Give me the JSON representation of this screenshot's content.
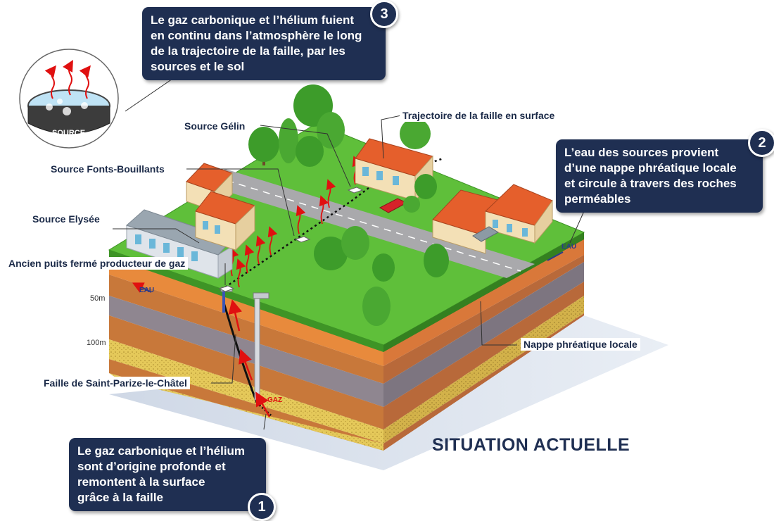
{
  "title": "SITUATION ACTUELLE",
  "source_inset_label": "SOURCE",
  "labels": {
    "source_gelin": "Source Gélin",
    "source_fonts_bouillants": "Source Fonts-Bouillants",
    "source_elysee": "Source Elysée",
    "ancien_puits": "Ancien puits fermé producteur de gaz",
    "trajectoire_faille": "Trajectoire de la faille en surface",
    "nappe_phreatique": "Nappe phréatique locale",
    "faille": "Faille de Saint-Parize-le-Châtel"
  },
  "depths": {
    "d50": "50m",
    "d100": "100m"
  },
  "markers": {
    "eau": "EAU",
    "gaz": "GAZ"
  },
  "callouts": [
    {
      "number": "1",
      "text": [
        "Le gaz carbonique et l’hélium",
        "sont d’origine profonde et",
        "remontent à la surface",
        "grâce à la faille"
      ]
    },
    {
      "number": "2",
      "text": [
        "L’eau des sources provient",
        "d’une nappe phréatique locale",
        "et circule à travers des roches",
        "perméables"
      ]
    },
    {
      "number": "3",
      "text": [
        "Le gaz carbonique et l’hélium fuient",
        "en continu dans l’atmosphère le long",
        "de la trajectoire de la faille, par les",
        "sources et le sol"
      ]
    }
  ],
  "colors": {
    "callout_bg": "#1f2f52",
    "grass": "#5fbf3a",
    "gas_arrow": "#e01010",
    "water": "#2a3a8a"
  }
}
